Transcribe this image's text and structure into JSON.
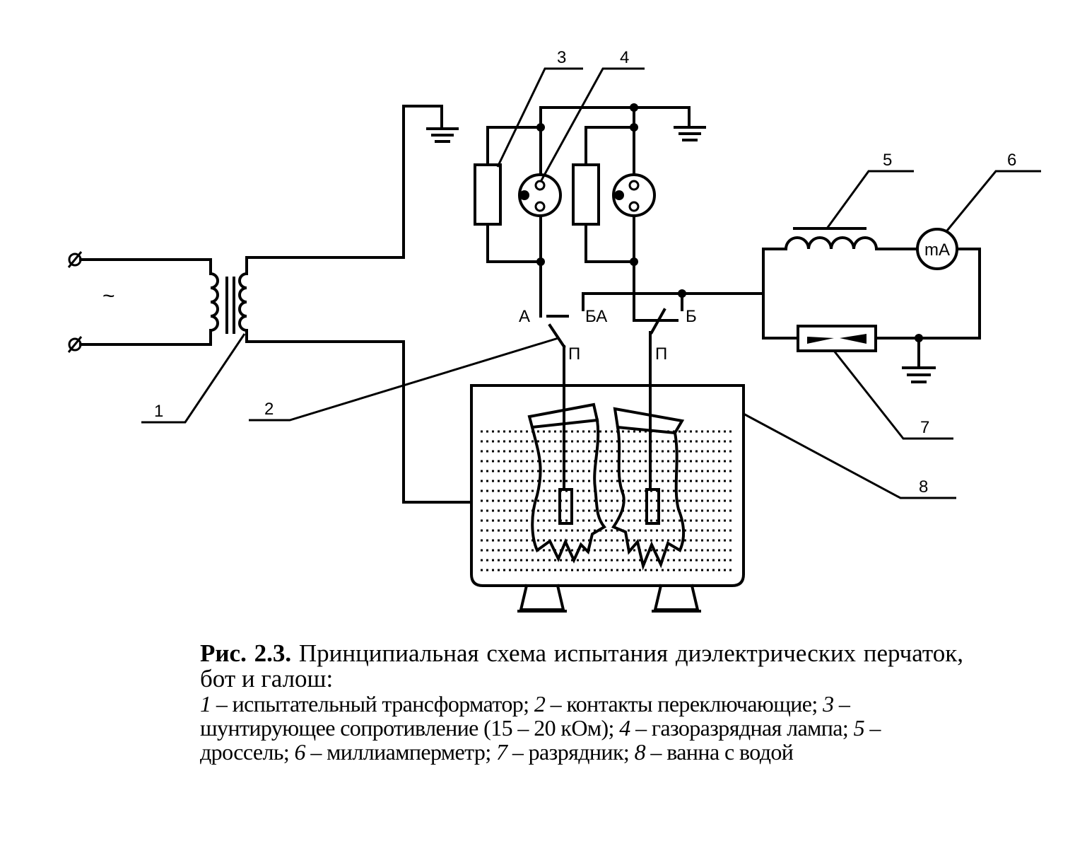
{
  "diagram": {
    "ac_symbol": "~",
    "callouts": [
      "1",
      "2",
      "3",
      "4",
      "5",
      "6",
      "7",
      "8"
    ],
    "switch_labels": {
      "a": "А",
      "ba": "БА",
      "b": "Б",
      "p_left": "П",
      "p_right": "П"
    },
    "meter_label": "mA"
  },
  "caption": {
    "fig_number": "Рис. 2.3.",
    "title": "Принципиальная схема испытания диэлектрических перчаток, бот и галош:",
    "legend": [
      {
        "num": "1",
        "text": "– испытательный трансформатор;"
      },
      {
        "num": "2",
        "text": "– контакты переключающие;"
      },
      {
        "num": "3",
        "text": "– шунтирующее сопротивление (15 – 20 кОм);"
      },
      {
        "num": "4",
        "text": "– газоразрядная лампа;"
      },
      {
        "num": "5",
        "text": "– дроссель;"
      },
      {
        "num": "6",
        "text": "– миллиамперметр;"
      },
      {
        "num": "7",
        "text": "– разрядник;"
      },
      {
        "num": "8",
        "text": "– ванна с водой"
      }
    ]
  }
}
